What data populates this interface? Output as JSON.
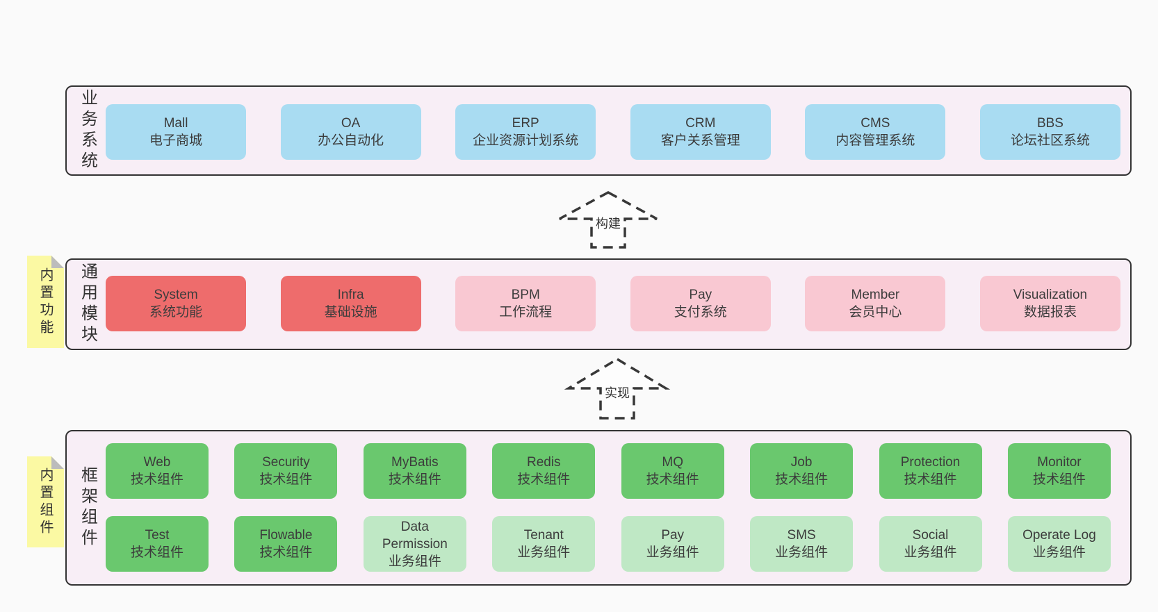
{
  "colors": {
    "page_bg": "#fafafa",
    "layer_bg": "#f8eef6",
    "layer_border": "#333333",
    "business_box_blue": "#a9dcf2",
    "module_box_red": "#ee6c6c",
    "module_box_pink": "#f9c8d2",
    "component_box_green": "#6ac86e",
    "component_box_light_green": "#bfe8c5",
    "sticky_note_yellow": "#fbf9a3",
    "sticky_note_fold_gray": "#bcbcbc",
    "text": "#3c3c3c"
  },
  "layers": {
    "business": {
      "label": "业务系统",
      "boxes": [
        {
          "en": "Mall",
          "zh": "电子商城"
        },
        {
          "en": "OA",
          "zh": "办公自动化"
        },
        {
          "en": "ERP",
          "zh": "企业资源计划系统"
        },
        {
          "en": "CRM",
          "zh": "客户关系管理"
        },
        {
          "en": "CMS",
          "zh": "内容管理系统"
        },
        {
          "en": "BBS",
          "zh": "论坛社区系统"
        }
      ]
    },
    "modules": {
      "label": "通用模块",
      "note": "内置功能",
      "boxes": [
        {
          "en": "System",
          "zh": "系统功能",
          "variant": "red"
        },
        {
          "en": "Infra",
          "zh": "基础设施",
          "variant": "red"
        },
        {
          "en": "BPM",
          "zh": "工作流程",
          "variant": "pink"
        },
        {
          "en": "Pay",
          "zh": "支付系统",
          "variant": "pink"
        },
        {
          "en": "Member",
          "zh": "会员中心",
          "variant": "pink"
        },
        {
          "en": "Visualization",
          "zh": "数据报表",
          "variant": "pink"
        }
      ]
    },
    "components": {
      "label": "框架组件",
      "note": "内置组件",
      "row1": [
        {
          "en": "Web",
          "zh": "技术组件",
          "variant": "green"
        },
        {
          "en": "Security",
          "zh": "技术组件",
          "variant": "green"
        },
        {
          "en": "MyBatis",
          "zh": "技术组件",
          "variant": "green"
        },
        {
          "en": "Redis",
          "zh": "技术组件",
          "variant": "green"
        },
        {
          "en": "MQ",
          "zh": "技术组件",
          "variant": "green"
        },
        {
          "en": "Job",
          "zh": "技术组件",
          "variant": "green"
        },
        {
          "en": "Protection",
          "zh": "技术组件",
          "variant": "green"
        },
        {
          "en": "Monitor",
          "zh": "技术组件",
          "variant": "green"
        }
      ],
      "row2": [
        {
          "en": "Test",
          "zh": "技术组件",
          "variant": "green"
        },
        {
          "en": "Flowable",
          "zh": "技术组件",
          "variant": "green"
        },
        {
          "en": "Data Permission",
          "zh": "业务组件",
          "variant": "light_green"
        },
        {
          "en": "Tenant",
          "zh": "业务组件",
          "variant": "light_green"
        },
        {
          "en": "Pay",
          "zh": "业务组件",
          "variant": "light_green"
        },
        {
          "en": "SMS",
          "zh": "业务组件",
          "variant": "light_green"
        },
        {
          "en": "Social",
          "zh": "业务组件",
          "variant": "light_green"
        },
        {
          "en": "Operate Log",
          "zh": "业务组件",
          "variant": "light_green"
        }
      ]
    }
  },
  "arrows": {
    "build": "构建",
    "implement": "实现"
  }
}
